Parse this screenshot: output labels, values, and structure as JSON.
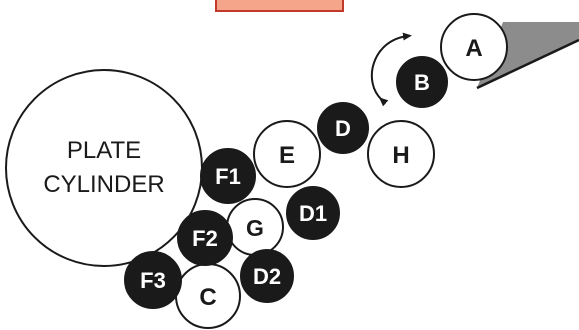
{
  "diagram": {
    "plate_cylinder": {
      "line1": "PLATE",
      "line2": "CYLINDER"
    },
    "rollers": {
      "A": "A",
      "B": "B",
      "C": "C",
      "D": "D",
      "D1": "D1",
      "D2": "D2",
      "E": "E",
      "F1": "F1",
      "F2": "F2",
      "F3": "F3",
      "G": "G",
      "H": "H"
    },
    "colors": {
      "outline": "#1a1a1a",
      "dark_roller": "#1a1a1a",
      "light_roller": "#ffffff",
      "ink_fountain": "#8c8c8c",
      "top_bar_fill": "#f4a58a",
      "top_bar_border": "#c0392b"
    }
  }
}
